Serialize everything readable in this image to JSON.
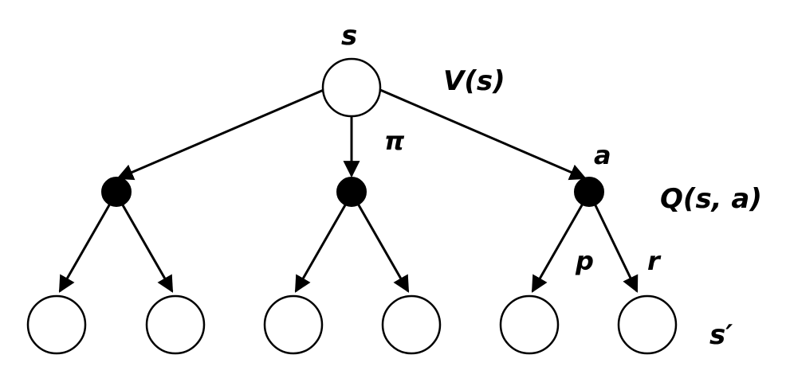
{
  "labels": {
    "root_state": "s",
    "value_fn": "V(s)",
    "policy": "π",
    "action": "a",
    "q_fn": "Q(s, a)",
    "transition": "p",
    "reward": "r",
    "next_state": "s′"
  },
  "tree": {
    "root": "state",
    "action_nodes": 3,
    "next_states_per_action": 2
  },
  "colors": {
    "stroke": "#000000",
    "state_fill": "#ffffff",
    "action_fill": "#000000"
  }
}
